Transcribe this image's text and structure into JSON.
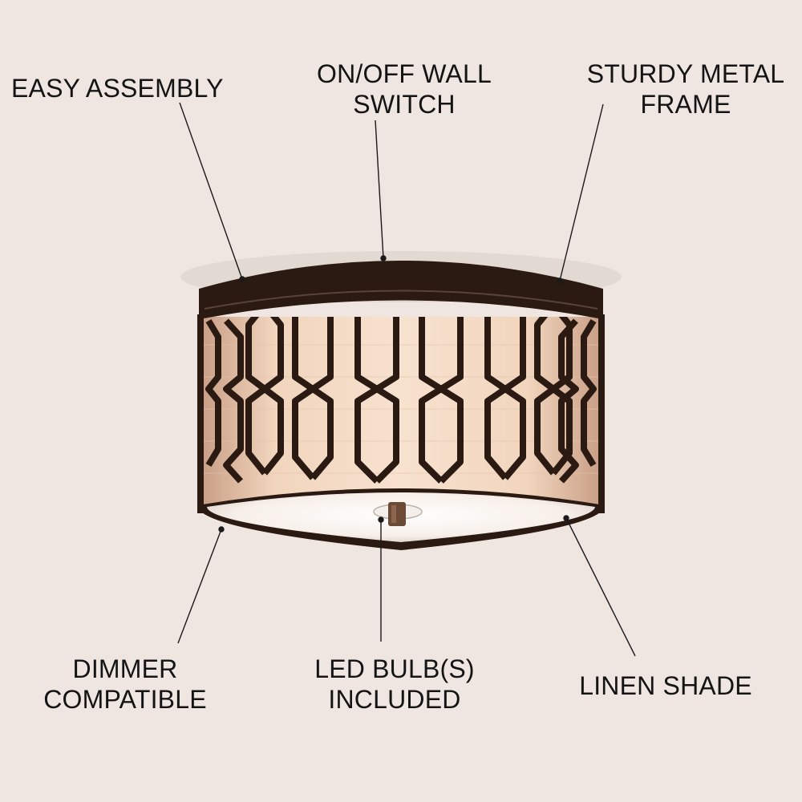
{
  "colors": {
    "background": "#efe6e2",
    "frame": "#2a1a12",
    "linen": "#f3dcc6",
    "diffuser": "#fbf6f2",
    "text": "#141414"
  },
  "icons": [
    "flush-mount-ceiling-light-illustration"
  ],
  "callouts": {
    "easy_assembly": {
      "line1": "EASY ASSEMBLY"
    },
    "wall_switch": {
      "line1": "ON/OFF WALL",
      "line2": "SWITCH"
    },
    "metal_frame": {
      "line1": "STURDY METAL",
      "line2": "FRAME"
    },
    "dimmer": {
      "line1": "DIMMER",
      "line2": "COMPATIBLE"
    },
    "led_bulbs": {
      "line1": "LED BULB(S)",
      "line2": "INCLUDED"
    },
    "linen_shade": {
      "line1": "LINEN SHADE"
    }
  }
}
